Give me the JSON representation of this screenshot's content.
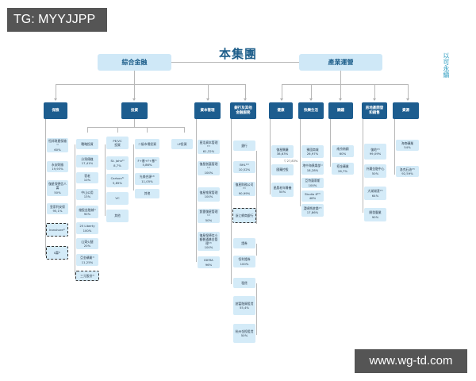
{
  "watermarks": {
    "top": "TG: MYYJJPP",
    "bottom": "www.wg-td.com"
  },
  "chart_title": "本集團",
  "side_text": "以可永續",
  "segments": {
    "financial": "綜合金融",
    "industrial": "產業運營"
  },
  "categories": {
    "insurance": {
      "label": "保險",
      "entities": [
        "恒邦財產保險¹⁾\n60%",
        "永安財險\n19,93%",
        "復星保德信人壽\n50%",
        "皇家利安保\n95,1%",
        "Ironshore²⁾",
        "Ii壽³⁾"
      ]
    },
    "investment": {
      "label": "投資",
      "subgroups": {
        "strategic": {
          "label": "戰略投資",
          "entities": [
            "分眾傳媒\n17,41%",
            "寰老\n10%",
            "中山公用\n13%",
            "億股金融城²⁾\n90%",
            "25 Liberty\n100%",
            "山東火腿\n20%",
            "亞金礦業¹⁾\n11,25%",
            "三元股份³⁾"
          ]
        },
        "pevc": {
          "label": "PE/VC\n投資",
          "entities": [
            "St. John⁴⁾\n8,7%",
            "Carlson⁵⁾\n5,85%",
            "VC",
            "其他"
          ]
        },
        "secondary": {
          "label": "二級市場投資",
          "entities": [
            "F+基+F+基⁶⁾\n5,86%",
            "光美合源¹⁴⁾\n11,05%",
            "其他"
          ]
        },
        "lp": {
          "label": "LP投資",
          "entities": []
        }
      }
    },
    "capital": {
      "label": "資本管理",
      "entities": [
        "星浩資本管理¹⁰⁾\n61,32%",
        "復星創富管理¹¹⁾\n100%",
        "復星惟實管理\n100%",
        "凱雷復星管理¹²⁾\n50%",
        "復星保德信小額普通基金管理¹³⁾\n100%",
        "IDERA\n96%"
      ]
    },
    "banking": {
      "label": "銀行及其他\n金融服務",
      "entities": [
        "銀行",
        "BHL¹⁴⁾\n10,52%",
        "復星財務公司¹⁵⁾\n90,99%",
        "浙江網商銀行",
        "證券",
        "恒利證券\n100%",
        "租賃",
        "創富融資租賃\n55,4%",
        "杭州金投租賃\n50%"
      ]
    },
    "health": {
      "label": "健康",
      "entities": [
        "復星醫藥\n38,63%",
        "國藥控股",
        "星晨老年醫養\n50%"
      ],
      "note": "▽ 27,83%"
    },
    "happy_life": {
      "label": "快樂生活",
      "entities": [
        "豫園商城\n26,97%",
        "地中海俱樂部¹⁾\n18,28%",
        "亞特蘭蒂斯\n100%",
        "Studio 8¹⁶⁾\n48%",
        "湯姆熊遊樂¹⁷⁾\n17,86%"
      ]
    },
    "steel": {
      "label": "鋼鐵",
      "entities": [
        "南京南鋼\n60%",
        "招金礦業\n26,7%"
      ]
    },
    "property": {
      "label": "房地產開發\n和銷售",
      "entities": [
        "復地¹⁸⁾\n99,09%",
        "外灘金融中心\n50%",
        "大湖湖濱¹⁹⁾\n64%",
        "開發豐業\n90%"
      ]
    },
    "resources": {
      "label": "資源",
      "entities": [
        "海南礦業\n54%",
        "洛克石油²⁰⁾\n92,59%"
      ]
    }
  }
}
